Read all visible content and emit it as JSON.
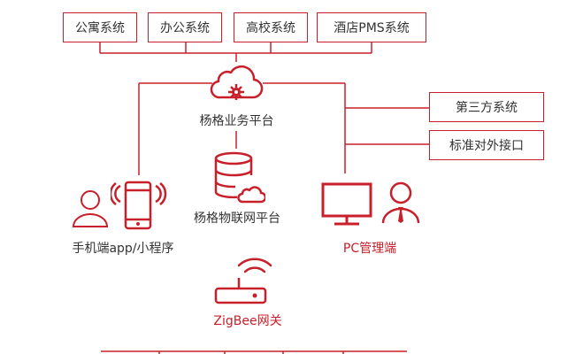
{
  "top_systems": [
    "公寓系统",
    "办公系统",
    "高校系统",
    "酒店PMS系统"
  ],
  "platform_label": "杨格业务平台",
  "right_systems": [
    "第三方系统",
    "标准对外接口"
  ],
  "iot_label": "杨格物联网平台",
  "mobile_label": "手机端app/小程序",
  "pc_label": "PC管理端",
  "gateway_label": "ZigBee网关",
  "colors": {
    "accent": "#c8202a",
    "text": "#333333"
  },
  "icons": [
    "cloud-gear-icon",
    "database-cloud-icon",
    "user-icon",
    "smartphone-icon",
    "monitor-icon",
    "admin-user-icon",
    "wifi-icon",
    "router-icon"
  ]
}
